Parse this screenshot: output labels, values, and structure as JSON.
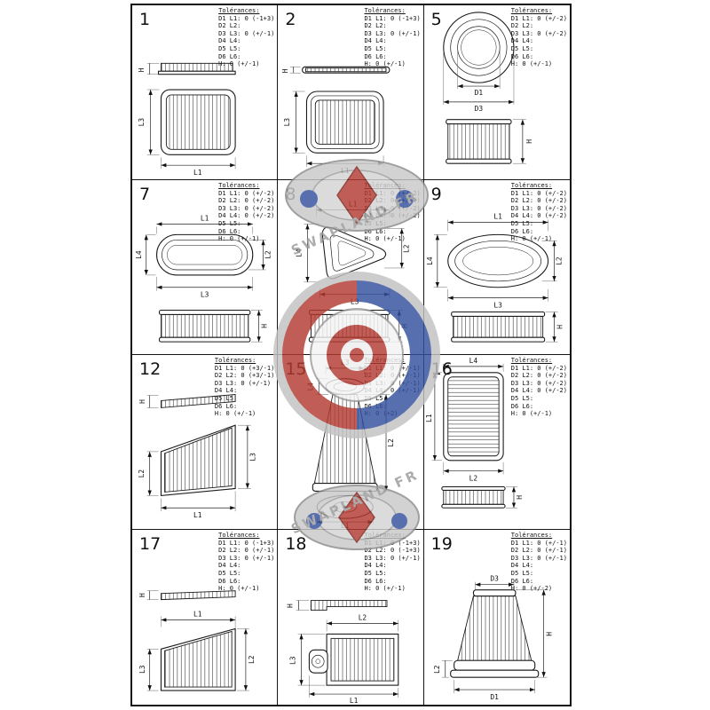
{
  "tolerances_title": "Tolérances:",
  "watermark": {
    "text": "SWAPLAND FR",
    "red": "#b23a31",
    "blue": "#34509e",
    "gray": "#c9c9c9"
  },
  "colors": {
    "line": "#1a1a1a",
    "background": "#ffffff"
  },
  "cells": [
    {
      "number": "1",
      "tolerances": [
        "D1 L1: 0 (-1+3)",
        "D2 L2:",
        "D3 L3: 0 (+/-1)",
        "D4 L4:",
        "D5 L5:",
        "D6 L6:",
        "H: 0 (+/-1)"
      ],
      "dims": [
        "H",
        "L3",
        "L1"
      ]
    },
    {
      "number": "2",
      "tolerances": [
        "D1 L1: 0 (-1+3)",
        "D2 L2:",
        "D3 L3: 0 (+/-1)",
        "D4 L4:",
        "D5 L5:",
        "D6 L6:",
        "H: 0 (+/-1)"
      ],
      "dims": [
        "H",
        "L3",
        "L1"
      ]
    },
    {
      "number": "5",
      "tolerances": [
        "D1 L1: 0 (+/-2)",
        "D2 L2:",
        "D3 L3: 0 (+/-2)",
        "D4 L4:",
        "D5 L5:",
        "D6 L6:",
        "H: 0 (+/-1)"
      ],
      "dims": [
        "D1",
        "D3",
        "H"
      ]
    },
    {
      "number": "7",
      "tolerances": [
        "D1 L1: 0 (+/-2)",
        "D2 L2: 0 (+/-2)",
        "D3 L3: 0 (+/-2)",
        "D4 L4: 0 (+/-2)",
        "D5 L5:",
        "D6 L6:",
        "H: 0 (+/-1)"
      ],
      "dims": [
        "L1",
        "L4",
        "L3",
        "L2",
        "H"
      ]
    },
    {
      "number": "8",
      "tolerances": [
        "D1 L1: 0 (+/-2)",
        "D2 L2: 0 (+/-2)",
        "D3 L3: 0 (+/-2)",
        "D4 L4: 0 (+/-2)",
        "D5 L5:",
        "D6 L6:",
        "H: 0 (+/-1)"
      ],
      "dims": [
        "L1",
        "L4",
        "L2",
        "L3",
        "H"
      ]
    },
    {
      "number": "9",
      "tolerances": [
        "D1 L1: 0 (+/-2)",
        "D2 L2: 0 (+/-2)",
        "D3 L3: 0 (+/-2)",
        "D4 L4: 0 (+/-2)",
        "D5 L5:",
        "D6 L6:",
        "H: 0 (+/-1)"
      ],
      "dims": [
        "L1",
        "L4",
        "L2",
        "L3",
        "H"
      ]
    },
    {
      "number": "12",
      "tolerances": [
        "D1 L1: 0 (+3/-1)",
        "D2 L2: 0 (+3/-1)",
        "D3 L3: 0 (+/-1)",
        "D4 L4:",
        "D5 L5:",
        "D6 L6:",
        "H: 0 (+/-1)"
      ],
      "dims": [
        "H",
        "L2",
        "L1",
        "L3"
      ]
    },
    {
      "number": "15",
      "tolerances": [
        "D1 L1: 0 (+/-1)",
        "D2 L2: 0 (+/-1)",
        "D3 L3: 0 (+/-1)",
        "D4 L4: 0 (+/-1)",
        "D5 L5:",
        "D6 L6:",
        "H: 0 (+2)"
      ],
      "dims": [
        "L4",
        "L3",
        "L2",
        "L1"
      ]
    },
    {
      "number": "16",
      "tolerances": [
        "D1 L1: 0 (+/-2)",
        "D2 L2: 0 (+/-2)",
        "D3 L3: 0 (+/-2)",
        "D4 L4: 0 (+/-2)",
        "D5 L5:",
        "D6 L6:",
        "H: 0 (+/-1)"
      ],
      "dims": [
        "L4",
        "L1",
        "L2",
        "H"
      ]
    },
    {
      "number": "17",
      "tolerances": [
        "D1 L1: 0 (-1+3)",
        "D2 L2: 0 (+/-1)",
        "D3 L3: 0 (+/-1)",
        "D4 L4:",
        "D5 L5:",
        "D6 L6:",
        "H: 0 (+/-1)"
      ],
      "dims": [
        "H",
        "L1",
        "L2",
        "L3"
      ]
    },
    {
      "number": "18",
      "tolerances": [
        "D1 L1: 0 (-1+3)",
        "D2 L2: 0 (-1+3)",
        "D3 L3: 0 (+/-1)",
        "D4 L4:",
        "D5 L5:",
        "D6 L6:",
        "H: 0 (+/-1)"
      ],
      "dims": [
        "H",
        "L2",
        "L1",
        "L3"
      ]
    },
    {
      "number": "19",
      "tolerances": [
        "D1 L1: 0 (+/-1)",
        "D2 L2: 0 (+/-1)",
        "D3 L3: 0 (+/-1)",
        "D4 L4:",
        "D5 L5:",
        "D6 L6:",
        "H: 0 (+/-2)"
      ],
      "dims": [
        "D3",
        "H",
        "D1",
        "L2"
      ]
    }
  ]
}
